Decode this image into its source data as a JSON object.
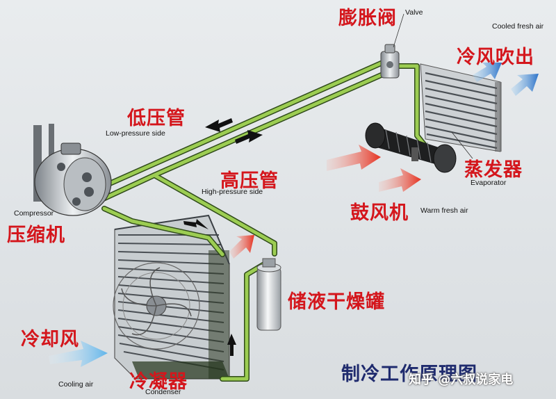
{
  "labels": {
    "valve_cn": "膨胀阀",
    "valve_en": "Valve",
    "cooled_air_en": "Cooled fresh air",
    "cooled_air_cn": "冷风吹出",
    "low_pressure_cn": "低压管",
    "low_pressure_en": "Low-pressure side",
    "high_pressure_cn": "高压管",
    "high_pressure_en": "High-pressure side",
    "evaporator_cn": "蒸发器",
    "evaporator_en": "Evaporator",
    "blower_cn": "鼓风机",
    "warm_air_en": "Warm fresh air",
    "compressor_en": "Compressor",
    "compressor_cn": "压缩机",
    "receiver_cn": "储液干燥罐",
    "cooling_air_cn": "冷却风",
    "cooling_air_en": "Cooling air",
    "condenser_cn": "冷凝器",
    "condenser_en": "Condenser",
    "title_cn": "制冷工作原理图",
    "watermark": "知乎 @六叔说家电"
  },
  "colors": {
    "pipe_green": "#8fc548",
    "label_red": "#d4161c",
    "title_blue": "#1f2b6e",
    "arrow_red": "#e8412c",
    "arrow_blue": "#2f7ad0"
  }
}
